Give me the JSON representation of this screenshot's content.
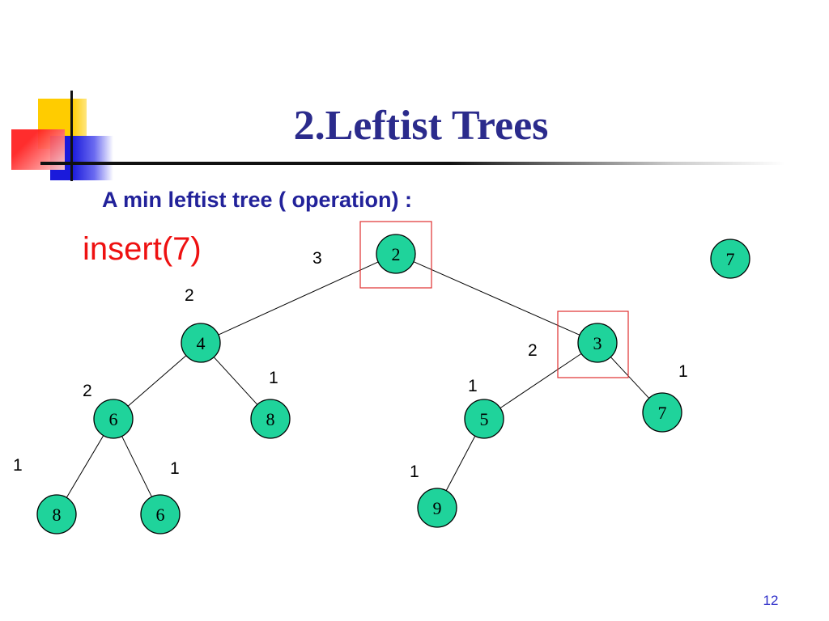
{
  "title": "2.Leftist Trees",
  "subtitle": "A min leftist tree ( operation) :",
  "operation": "insert(7)",
  "page_number": "12",
  "colors": {
    "title": "#2b2b8c",
    "subtitle": "#22229a",
    "operation": "#ee1111",
    "node_fill": "#1fd39b",
    "highlight_box": "#e03030"
  },
  "nodes": [
    {
      "id": "root",
      "key": "2",
      "s": "3",
      "highlight": true
    },
    {
      "id": "n4",
      "key": "4",
      "s": "2"
    },
    {
      "id": "n3",
      "key": "3",
      "s": "2",
      "highlight": true
    },
    {
      "id": "n6a",
      "key": "6",
      "s": "2"
    },
    {
      "id": "n8a",
      "key": "8",
      "s": "1"
    },
    {
      "id": "n5",
      "key": "5",
      "s": "1"
    },
    {
      "id": "n7a",
      "key": "7",
      "s": "1"
    },
    {
      "id": "n8b",
      "key": "8",
      "s": "1"
    },
    {
      "id": "n6b",
      "key": "6",
      "s": "1"
    },
    {
      "id": "n9",
      "key": "9",
      "s": "1"
    },
    {
      "id": "new7",
      "key": "7"
    }
  ],
  "edges": [
    [
      "root",
      "n4"
    ],
    [
      "root",
      "n3"
    ],
    [
      "n4",
      "n6a"
    ],
    [
      "n4",
      "n8a"
    ],
    [
      "n3",
      "n5"
    ],
    [
      "n3",
      "n7a"
    ],
    [
      "n6a",
      "n8b"
    ],
    [
      "n6a",
      "n6b"
    ],
    [
      "n5",
      "n9"
    ]
  ]
}
